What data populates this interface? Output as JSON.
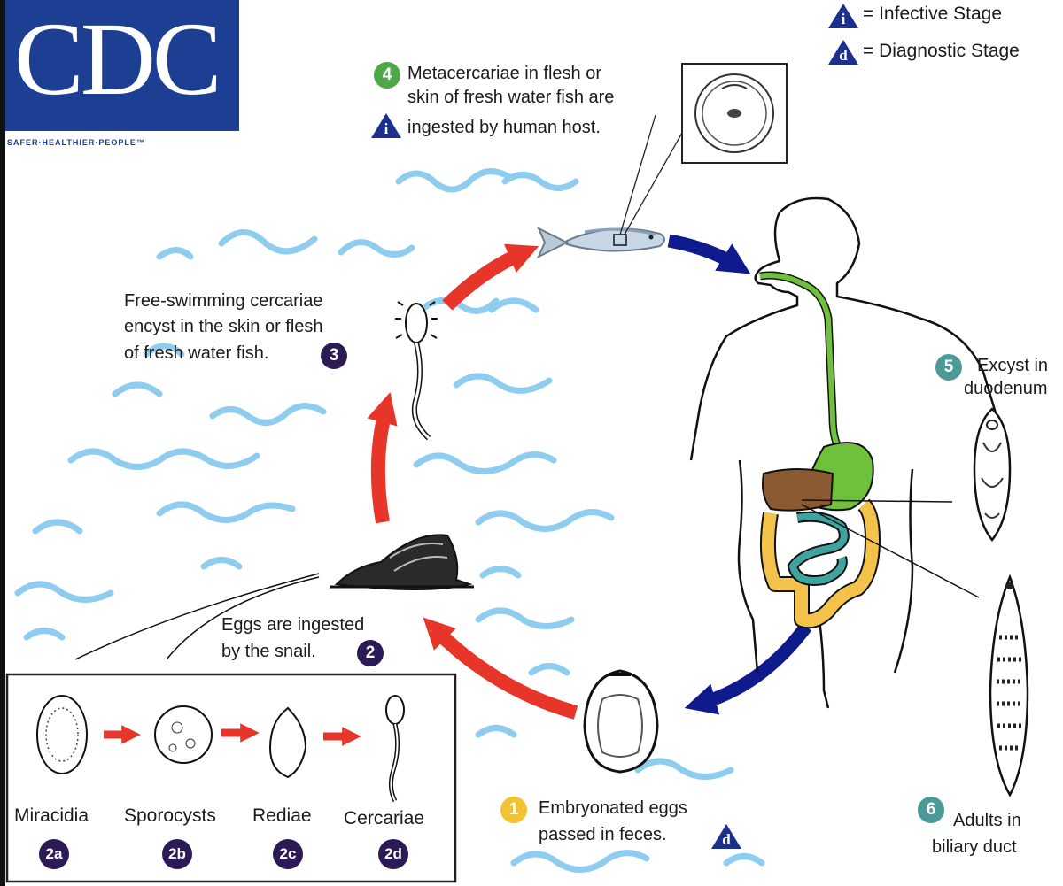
{
  "logo": {
    "text": "CDC",
    "tagline": "SAFER·HEALTHIER·PEOPLE™"
  },
  "legend": {
    "infective": {
      "symbol": "i",
      "label": "= Infective Stage"
    },
    "diagnostic": {
      "symbol": "d",
      "label": "= Diagnostic Stage"
    }
  },
  "steps": {
    "s1": {
      "badge": "1",
      "line1": "Embryonated eggs",
      "line2": "passed in feces.",
      "marker": "d"
    },
    "s2": {
      "badge": "2",
      "line1": "Eggs are ingested",
      "line2": "by the snail."
    },
    "s3": {
      "badge": "3",
      "line1": "Free-swimming cercariae",
      "line2": "encyst in the skin or flesh",
      "line3": "of fresh water fish."
    },
    "s4": {
      "badge": "4",
      "line1": "Metacercariae in flesh or",
      "line2": "skin of fresh water fish are",
      "line3": "ingested by human host.",
      "marker": "i"
    },
    "s5": {
      "badge": "5",
      "line1": "Excyst in",
      "line2": "duodenum"
    },
    "s6": {
      "badge": "6",
      "line1": "Adults in",
      "line2": "biliary duct"
    }
  },
  "snail_stages": [
    {
      "label": "Miracidia",
      "badge": "2a"
    },
    {
      "label": "Sporocysts",
      "badge": "2b"
    },
    {
      "label": "Rediae",
      "badge": "2c"
    },
    {
      "label": "Cercariae",
      "badge": "2d"
    }
  ],
  "colors": {
    "cycle_arrow": "#e8352a",
    "host_arrow": "#0f1a8c",
    "water": "#8ecdf0",
    "badge_purple": "#2c1a57",
    "badge_green": "#4ea84a",
    "badge_yellow": "#f2c230",
    "badge_teal": "#4b9a98",
    "digestive_green": "#6fc13c",
    "intestine_yellow": "#f2c24a",
    "intestine_teal": "#3fa3a0",
    "liver_brown": "#8a5a32",
    "cdc_blue": "#1c3f94"
  }
}
